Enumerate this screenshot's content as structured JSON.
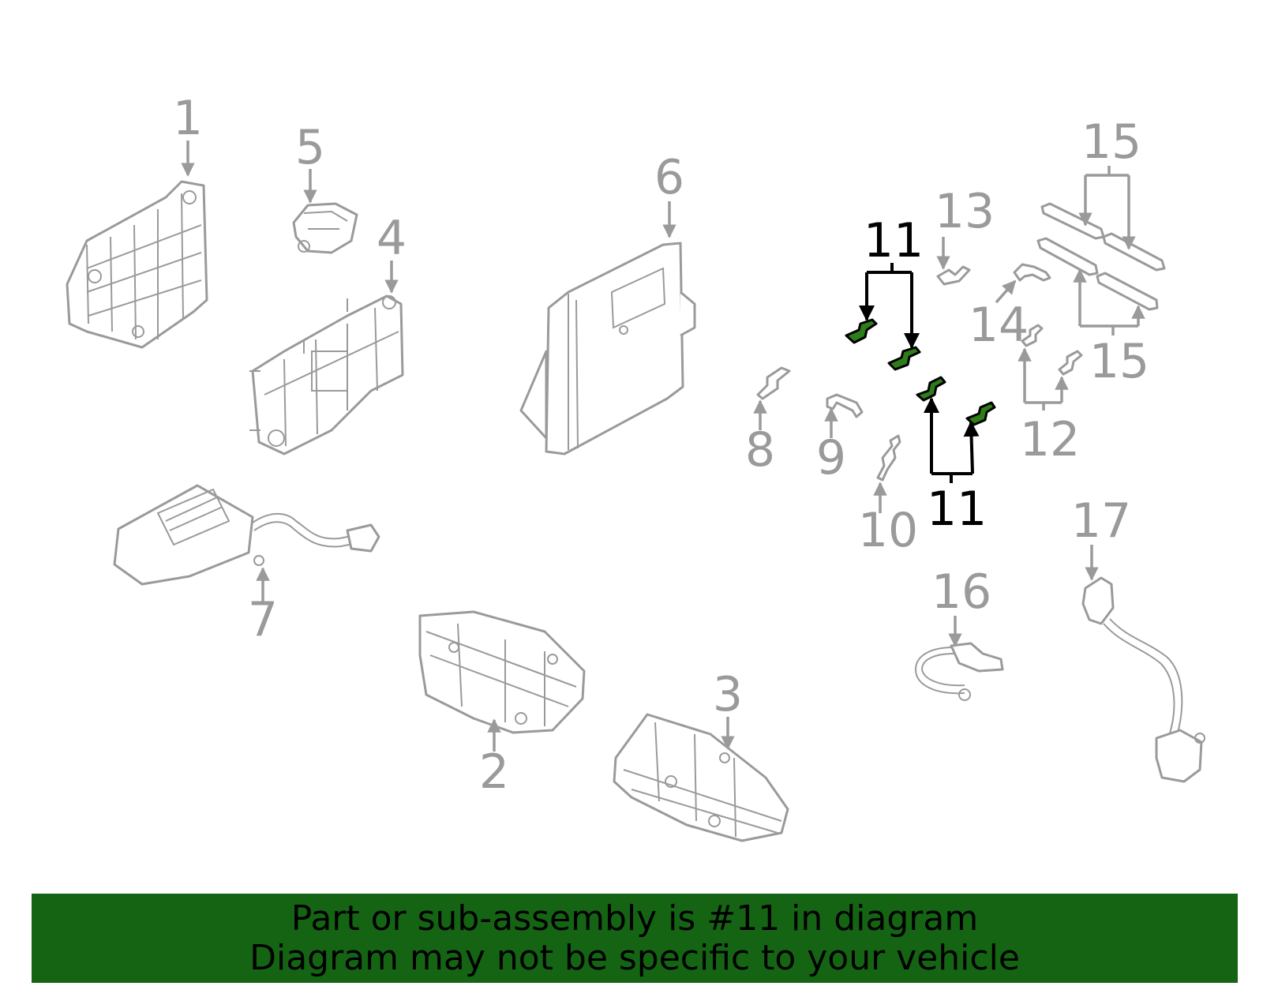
{
  "colors": {
    "parts": "#9a9a9a",
    "highlight_part": "#2e7d1a",
    "highlight_leader": "#000000",
    "banner": "#156414"
  },
  "highlighted_callout": "11",
  "callouts": {
    "c1": "1",
    "c2": "2",
    "c3": "3",
    "c4": "4",
    "c5": "5",
    "c6": "6",
    "c7": "7",
    "c8": "8",
    "c9": "9",
    "c10": "10",
    "c11a": "11",
    "c11b": "11",
    "c12": "12",
    "c13": "13",
    "c14": "14",
    "c15a": "15",
    "c15b": "15",
    "c16": "16",
    "c17": "17"
  },
  "banner": {
    "line1": "Part or sub-assembly is #11 in diagram",
    "line2": "Diagram may not be specific to your vehicle"
  }
}
